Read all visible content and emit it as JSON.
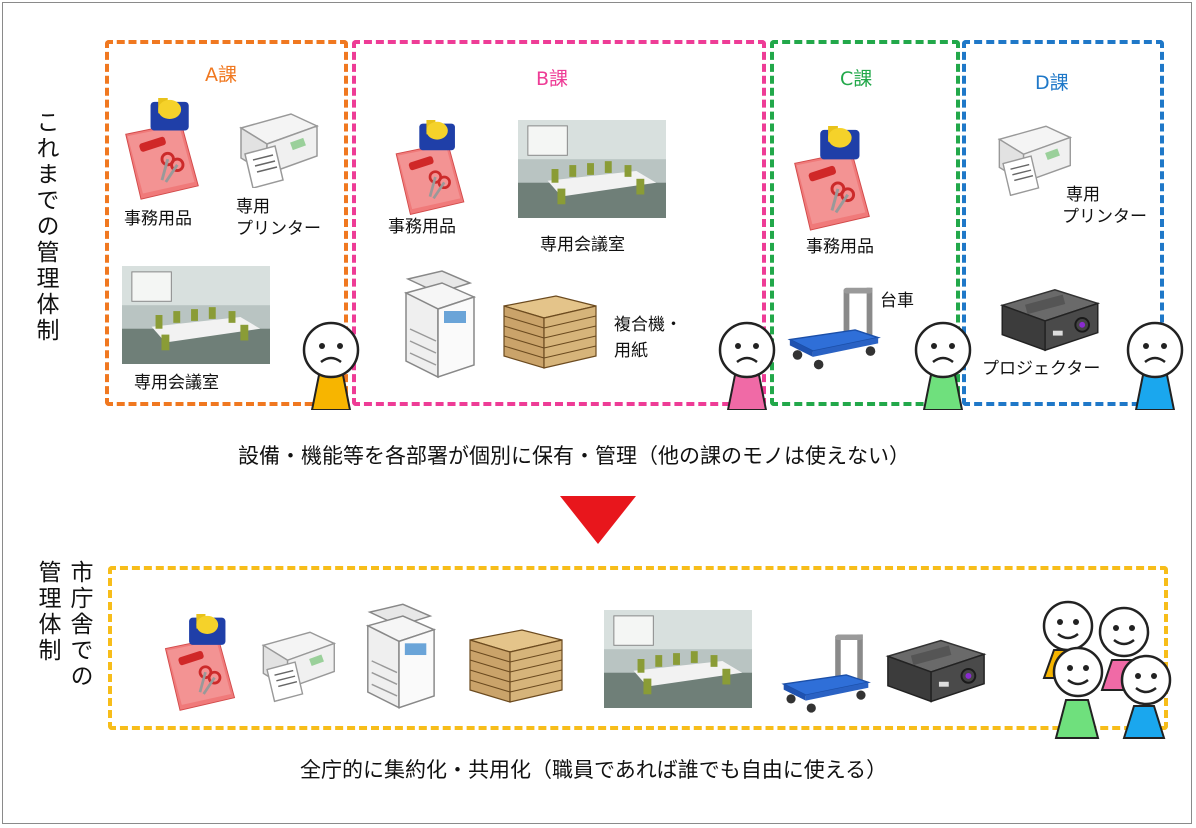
{
  "side_labels": {
    "current": "これまでの管理体制",
    "new_col1": "市庁舎での",
    "new_col2": "管理体制"
  },
  "departments": {
    "a": {
      "title": "A課",
      "color": "#f07820"
    },
    "b": {
      "title": "B課",
      "color": "#ee3c96"
    },
    "c": {
      "title": "C課",
      "color": "#22a84a"
    },
    "d": {
      "title": "D課",
      "color": "#1f78c8"
    }
  },
  "item_labels": {
    "office_supplies": "事務用品",
    "printer_line1": "専用",
    "printer_line2": "プリンター",
    "meeting_room": "専用会議室",
    "copier_line1": "複合機・",
    "copier_line2": "用紙",
    "cart": "台車",
    "projector": "プロジェクター"
  },
  "captions": {
    "current": "設備・機能等を各部署が個別に保有・管理（他の課のモノは使えない）",
    "new": "全庁的に集約化・共用化（職員であれば誰でも自由に使える）"
  },
  "colors": {
    "arrow": "#e8161c",
    "shared_border": "#f7bd1a",
    "person_yellow": "#f7b500",
    "person_pink": "#f06aa6",
    "person_green": "#6fe07d",
    "person_blue": "#1aa7ee"
  },
  "icons": [
    "stationery-icon",
    "printer-icon",
    "meeting-room-photo",
    "copier-icon",
    "paper-stack-icon",
    "cart-icon",
    "projector-icon",
    "worried-person-icon",
    "smiling-person-icon",
    "down-arrow-icon"
  ]
}
